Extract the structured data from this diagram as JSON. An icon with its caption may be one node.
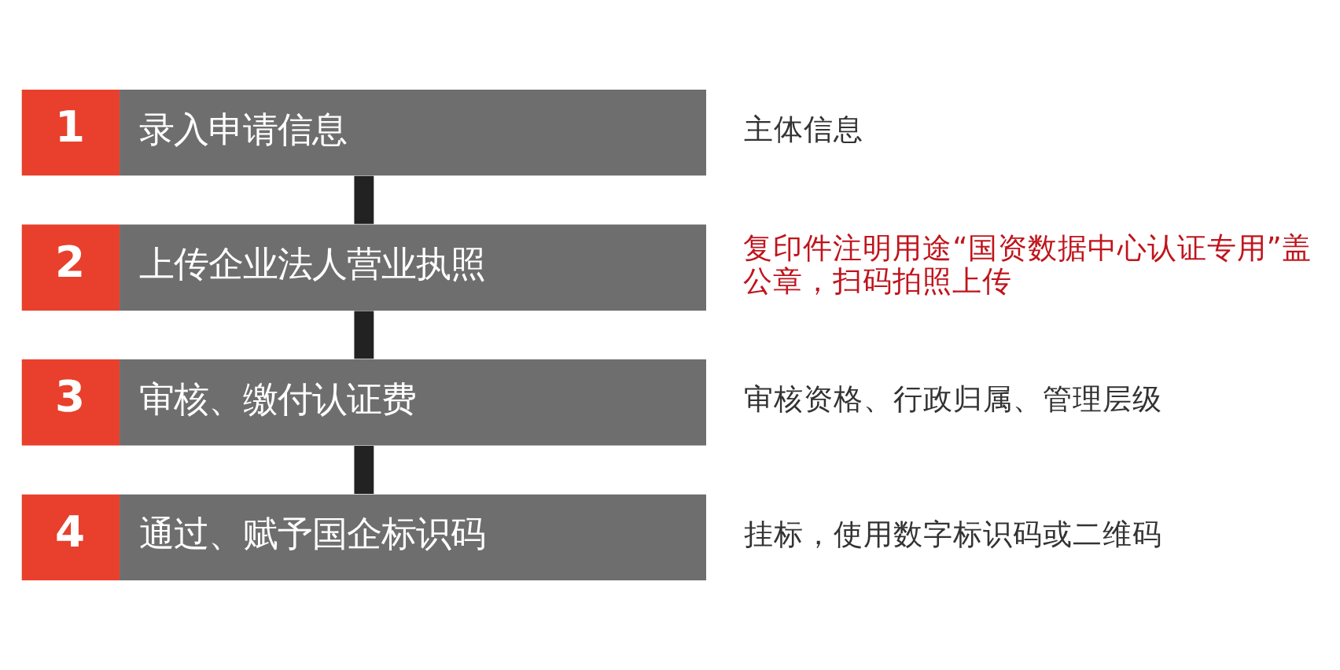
{
  "diagram": {
    "nodes": [
      {
        "text": [
          "1",
          "录入申请信息"
        ],
        "beside": [
          "主体信息"
        ]
      },
      {
        "text": [
          "2",
          "上传企业法人营业执照"
        ],
        "beside": [
          "复印件注明用途“国资数据中心认证专用”盖公章，扫码拍照上传"
        ]
      },
      {
        "text": [
          "3",
          "审核、缴付认证费"
        ],
        "beside": [
          "审核资格、行政归属、管理层级"
        ]
      },
      {
        "text": [
          "4",
          "通过、赋予国企标识码"
        ],
        "beside": [
          "挂标，使用数字标识码或二维码"
        ]
      }
    ],
    "edges": [
      {
        "from": 0,
        "to": 1,
        "arrow": "none"
      },
      {
        "from": 1,
        "to": 2,
        "arrow": "none"
      },
      {
        "from": 2,
        "to": 3,
        "arrow": "none"
      }
    ]
  }
}
